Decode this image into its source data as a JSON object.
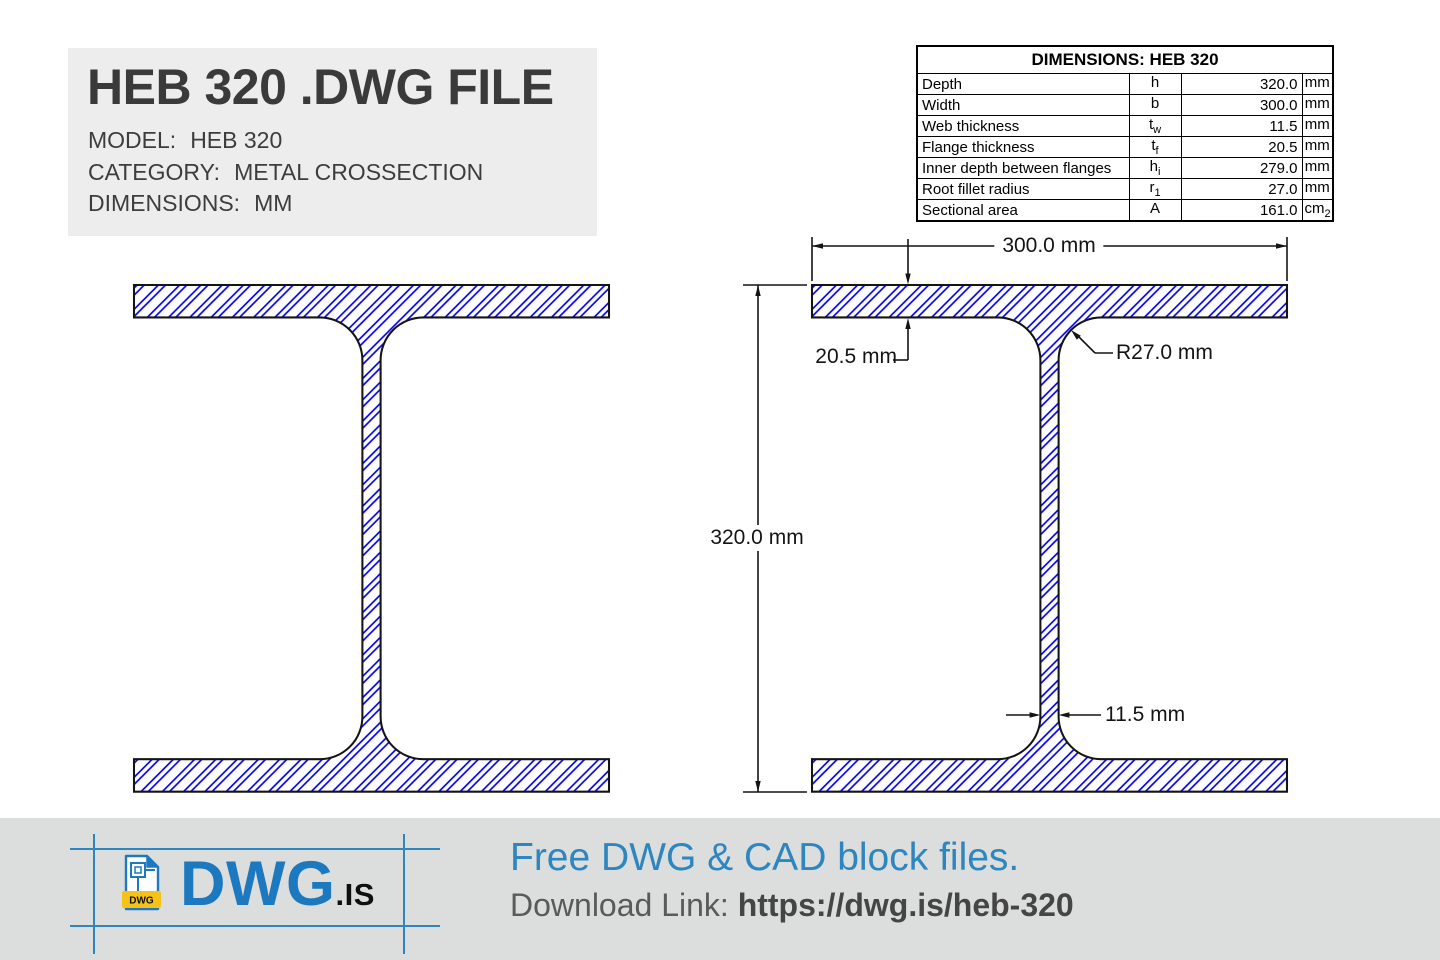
{
  "title_card": {
    "title": "HEB 320 .DWG FILE",
    "meta": [
      {
        "label": "MODEL:",
        "value": "HEB 320"
      },
      {
        "label": "CATEGORY:",
        "value": "METAL CROSSECTION"
      },
      {
        "label": "DIMENSIONS:",
        "value": "MM"
      }
    ]
  },
  "dimensions_table": {
    "title": "DIMENSIONS: HEB 320",
    "rows": [
      {
        "property": "Depth",
        "symbol": "h",
        "symbol_sub": "",
        "value": "320.0",
        "unit": "mm",
        "unit_sub": ""
      },
      {
        "property": "Width",
        "symbol": "b",
        "symbol_sub": "",
        "value": "300.0",
        "unit": "mm",
        "unit_sub": ""
      },
      {
        "property": "Web thickness",
        "symbol": "t",
        "symbol_sub": "w",
        "value": "11.5",
        "unit": "mm",
        "unit_sub": ""
      },
      {
        "property": "Flange thickness",
        "symbol": "t",
        "symbol_sub": "f",
        "value": "20.5",
        "unit": "mm",
        "unit_sub": ""
      },
      {
        "property": "Inner depth between flanges",
        "symbol": "h",
        "symbol_sub": "i",
        "value": "279.0",
        "unit": "mm",
        "unit_sub": ""
      },
      {
        "property": "Root fillet radius",
        "symbol": "r",
        "symbol_sub": "1",
        "value": "27.0",
        "unit": "mm",
        "unit_sub": ""
      },
      {
        "property": "Sectional area",
        "symbol": "A",
        "symbol_sub": "",
        "value": "161.0",
        "unit": "cm",
        "unit_sub": "2"
      }
    ]
  },
  "drawing": {
    "hatch_color": "#0000ee",
    "outline_color": "#141414",
    "labels": {
      "width": "300.0 mm",
      "height": "320.0 mm",
      "flange_thickness": "20.5 mm",
      "fillet_radius": "R27.0 mm",
      "web_thickness": "11.5 mm"
    }
  },
  "footer": {
    "brand": "DWG",
    "brand_tld": ".IS",
    "icon_label": "DWG",
    "headline": "Free DWG & CAD block files.",
    "download_label": "Download Link: ",
    "download_url": "https://dwg.is/heb-320",
    "accent_color": "#2e86c1",
    "logo_blue": "#1c79c0",
    "label_yellow": "#f6c21a"
  }
}
